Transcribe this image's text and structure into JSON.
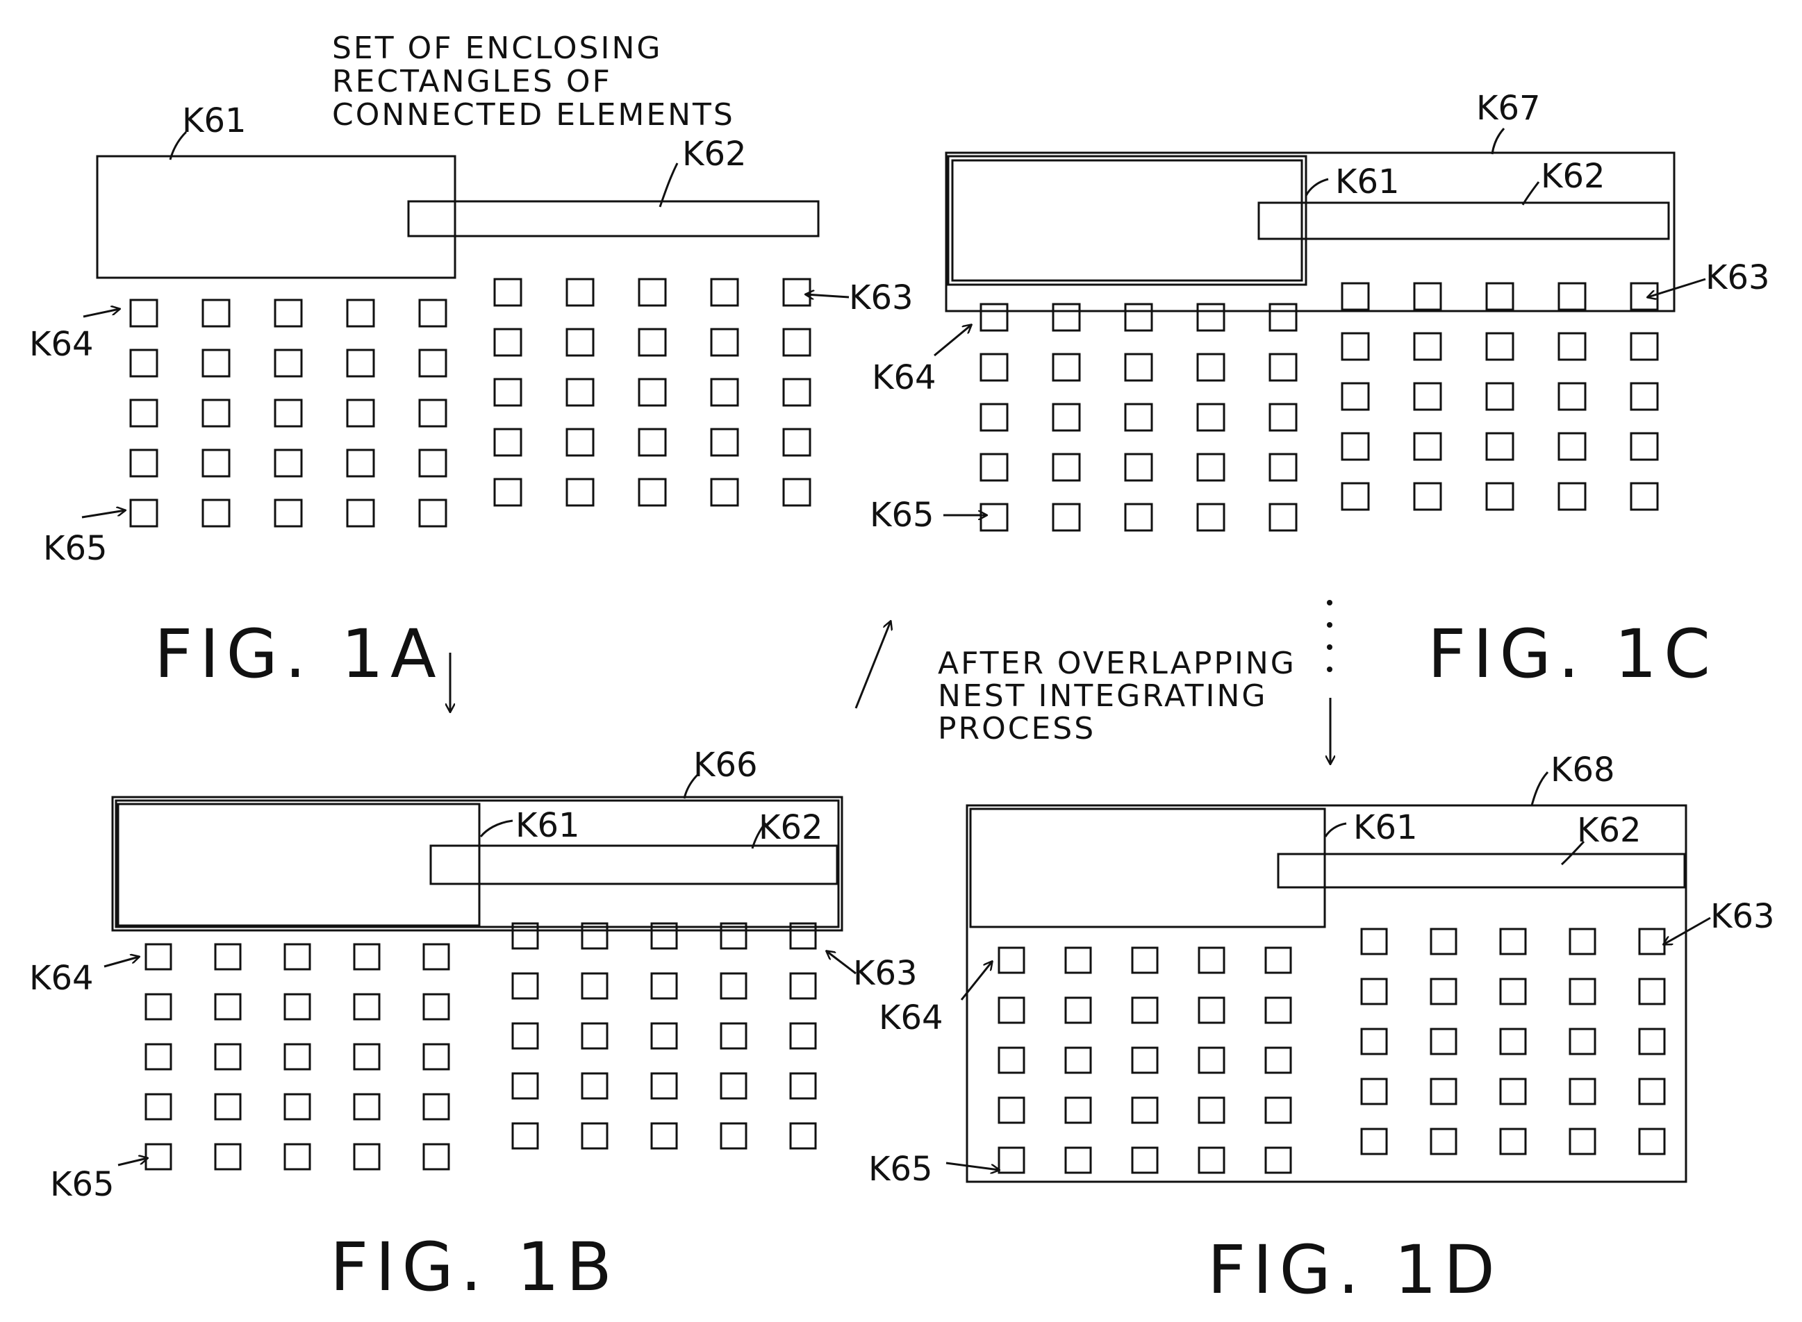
{
  "fig_1a": {
    "caption": "FIG. 1A",
    "annotation": [
      "SET OF ENCLOSING",
      "RECTANGLES OF",
      "CONNECTED ELEMENTS"
    ],
    "labels": {
      "k61": "K61",
      "k62": "K62",
      "k63": "K63",
      "k64": "K64",
      "k65": "K65"
    }
  },
  "fig_1b": {
    "caption": "FIG. 1B",
    "labels": {
      "k61": "K61",
      "k62": "K62",
      "k63": "K63",
      "k64": "K64",
      "k65": "K65",
      "k66": "K66"
    }
  },
  "fig_1c": {
    "caption": "FIG. 1C",
    "labels": {
      "k61": "K61",
      "k62": "K62",
      "k63": "K63",
      "k64": "K64",
      "k65": "K65",
      "k67": "K67"
    }
  },
  "fig_1d": {
    "caption": "FIG. 1D",
    "annotation": [
      "AFTER OVERLAPPING",
      "NEST INTEGRATING",
      "PROCESS"
    ],
    "labels": {
      "k61": "K61",
      "k62": "K62",
      "k63": "K63",
      "k64": "K64",
      "k65": "K65",
      "k68": "K68"
    }
  },
  "colors": {
    "ink": "#111111",
    "paper": "#ffffff"
  }
}
